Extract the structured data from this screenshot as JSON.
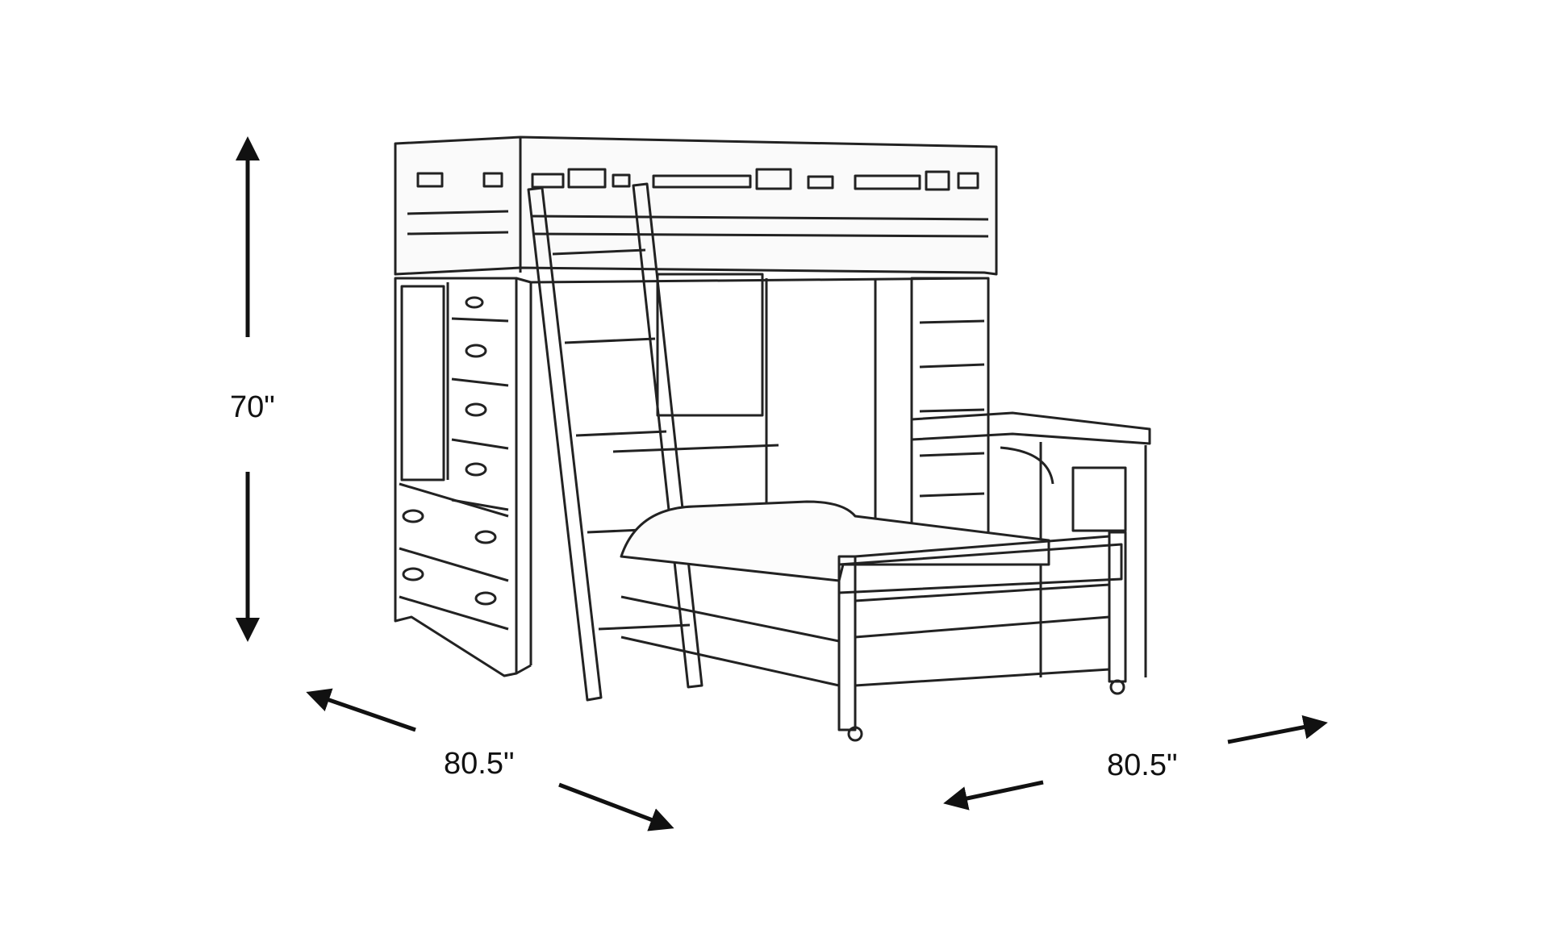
{
  "dimensions": {
    "height_label": "70\"",
    "depth_label": "80.5\"",
    "width_label": "80.5\""
  },
  "colors": {
    "line": "#111111",
    "background": "#ffffff"
  },
  "icons": {
    "height_arrow": "double-arrow-vertical-icon",
    "depth_arrow": "double-arrow-diagonal-icon",
    "width_arrow": "double-arrow-diagonal-icon"
  }
}
